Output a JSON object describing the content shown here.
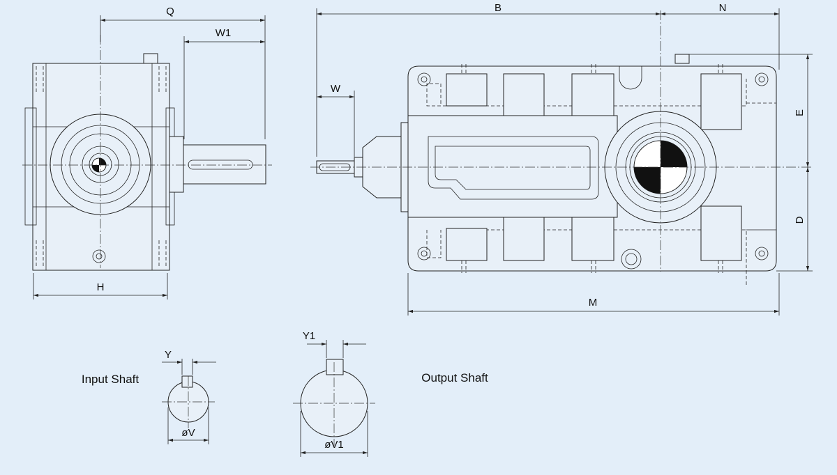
{
  "dimensions": {
    "Q": "Q",
    "W1": "W1",
    "H": "H",
    "B": "B",
    "N": "N",
    "W": "W",
    "E": "E",
    "D": "D",
    "M": "M",
    "Y": "Y",
    "V": "øV",
    "Y1": "Y1",
    "V1": "øV1"
  },
  "captions": {
    "input_shaft": "Input Shaft",
    "output_shaft": "Output Shaft"
  },
  "colors": {
    "background": "#e3eef9",
    "line": "#222222",
    "fill": "#e8f0f8"
  }
}
